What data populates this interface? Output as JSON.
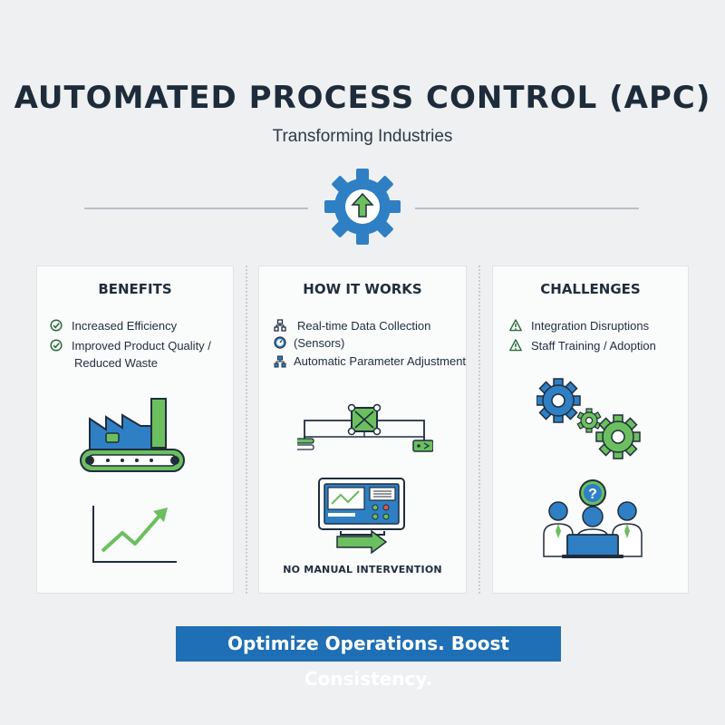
{
  "title": "AUTOMATED PROCESS CONTROL (APC)",
  "subtitle": "Transforming Industries",
  "header_icon": "gear-up-arrow-icon",
  "colors": {
    "blue": "#2f7fc4",
    "green": "#6cbf5e",
    "navy": "#1f2d3d",
    "banner": "#1e6fb5"
  },
  "columns": {
    "benefits": {
      "title": "BENEFITS",
      "items": [
        "Increased Efficiency",
        "Improved Product Quality /",
        "Reduced Waste"
      ],
      "illustrations": [
        "factory-conveyor-icon",
        "growth-chart-icon"
      ]
    },
    "how_it_works": {
      "title": "HOW IT WORKS",
      "items": [
        "Real-time Data Collection",
        "(Sensors)",
        "Automatic Parameter Adjustment"
      ],
      "illustrations": [
        "network-nodes-icon",
        "control-panel-icon"
      ],
      "caption": "NO MANUAL INTERVENTION"
    },
    "challenges": {
      "title": "CHALLENGES",
      "items": [
        "Integration Disruptions",
        "Staff Training / Adoption"
      ],
      "illustrations": [
        "gears-icon",
        "team-question-icon"
      ]
    }
  },
  "banner": "Optimize Operations. Boost Consistency."
}
